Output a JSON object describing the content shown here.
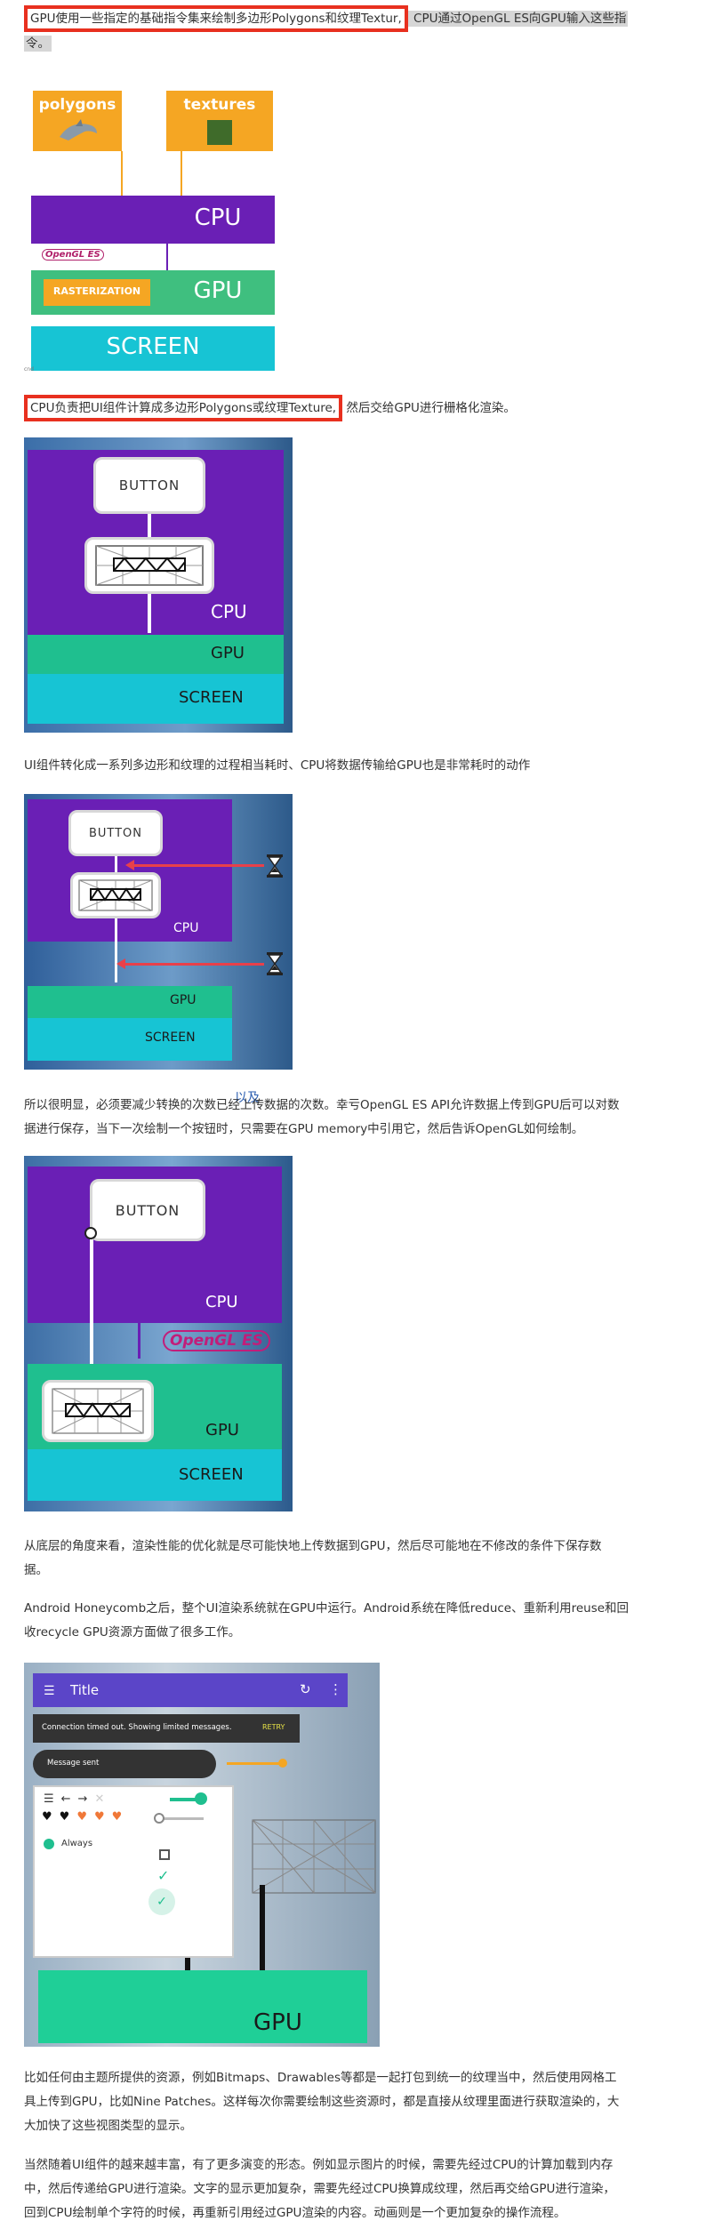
{
  "paragraphs": {
    "p1_highlight": "GPU使用一些指定的基础指令集来绘制多边形Polygons和纹理Textur,",
    "p1_grey_a": " CPU通过OpenGL ES向GPU输入这些指",
    "p1_grey_b": "令。",
    "p2_highlight": "CPU负责把UI组件计算成多边形Polygons或纹理Texture,",
    "p2_rest": " 然后交给GPU进行栅格化渲染。",
    "p3": "UI组件转化成一系列多边形和纹理的过程相当耗时、CPU将数据传输给GPU也是非常耗时的动作",
    "p4_float": "以及",
    "p4_line1": "所以很明显，必须要减少转换的次数已经上传数据的次数。幸亏OpenGL ES API允许数据上传到GPU后可以对数",
    "p4_line2": "据进行保存，当下一次绘制一个按钮时，只需要在GPU memory中引用它，然后告诉OpenGL如何绘制。",
    "p5_line1": " 从底层的角度来看，渲染性能的优化就是尽可能快地上传数据到GPU，然后尽可能地在不修改的条件下保存数",
    "p5_line2": "据。",
    "p6_line1": "Android Honeycomb之后，整个UI渲染系统就在GPU中运行。Android系统在降低reduce、重新利用reuse和回",
    "p6_line2": "收recycle GPU资源方面做了很多工作。",
    "p7_line1": "比如任何由主题所提供的资源，例如Bitmaps、Drawables等都是一起打包到统一的纹理当中，然后使用网格工",
    "p7_line2": "具上传到GPU，比如Nine Patches。这样每次你需要绘制这些资源时，都是直接从纹理里面进行获取渲染的，大",
    "p7_line3": "大加快了这些视图类型的显示。",
    "p8_line1": "当然随着UI组件的越来越丰富，有了更多演变的形态。例如显示图片的时候，需要先经过CPU的计算加载到内存",
    "p8_line2": "中，然后传递给GPU进行渲染。文字的显示更加复杂，需要先经过CPU换算成纹理，然后再交给GPU进行渲染，",
    "p8_line3": "回到CPU绘制单个字符的时候，再重新引用经过GPU渲染的内容。动画则是一个更加复杂的操作流程。"
  },
  "fig1": {
    "polygons": "polygons",
    "textures": "textures",
    "cpu": "CPU",
    "opengl": "OpenGL ES",
    "rasterization": "RASTERIZATION",
    "gpu": "GPU",
    "screen": "SCREEN",
    "credit": "cnd"
  },
  "fig2": {
    "button": "BUTTON",
    "cpu": "CPU",
    "gpu": "GPU",
    "screen": "SCREEN"
  },
  "fig3": {
    "button": "BUTTON",
    "cpu": "CPU",
    "gpu": "GPU",
    "screen": "SCREEN"
  },
  "fig4": {
    "button": "BUTTON",
    "cpu": "CPU",
    "opengl": "OpenGL ES",
    "gpu": "GPU",
    "screen": "SCREEN"
  },
  "fig5": {
    "title": "Title",
    "snackbar": "Connection timed out. Showing limited messages.",
    "retry": "RETRY",
    "message": "Message sent",
    "always": "Always",
    "gpu": "GPU"
  },
  "colors": {
    "highlight_border": "#e8301f",
    "cpu_purple": "#6a1fb5",
    "gpu_green": "#1fbf8f",
    "screen_cyan": "#17c4d4",
    "orange": "#f5a623"
  }
}
